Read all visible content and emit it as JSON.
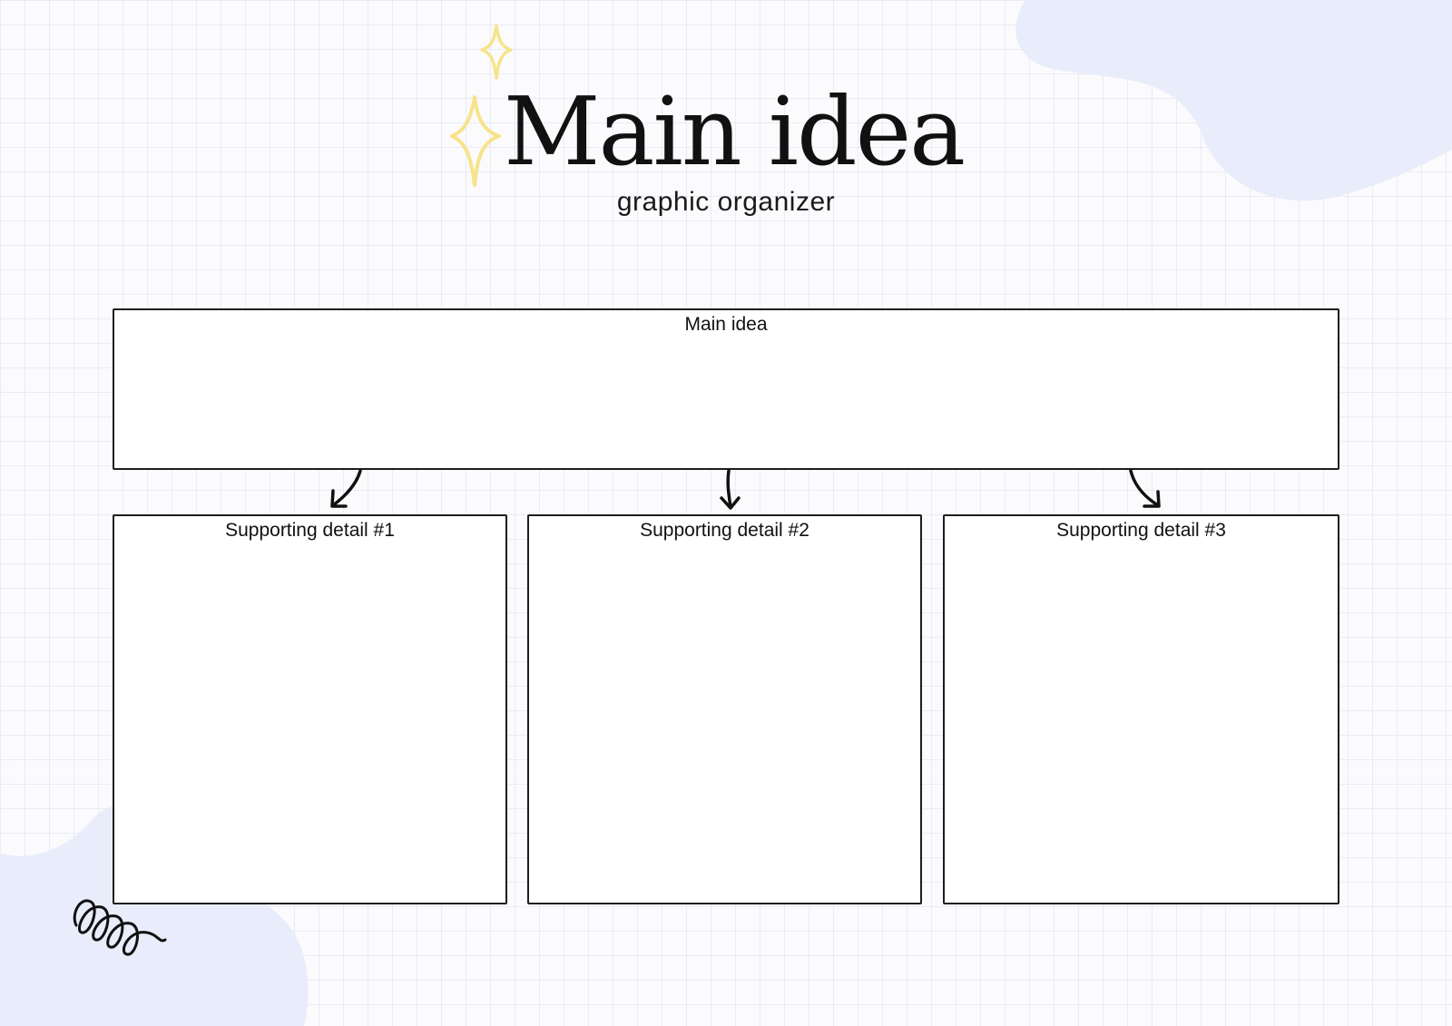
{
  "header": {
    "title": "Main idea",
    "subtitle": "graphic organizer"
  },
  "organizer": {
    "main_box": {
      "label": "Main idea"
    },
    "detail_boxes": [
      {
        "label": "Supporting detail #1"
      },
      {
        "label": "Supporting detail #2"
      },
      {
        "label": "Supporting detail #3"
      }
    ]
  },
  "decorations": {
    "sparkle_color": "#f7e38a",
    "blob_color": "#e9ecfb",
    "outline_color": "#1d1d1d",
    "icons": [
      "sparkle-icon",
      "swirl-doodle-icon"
    ]
  }
}
